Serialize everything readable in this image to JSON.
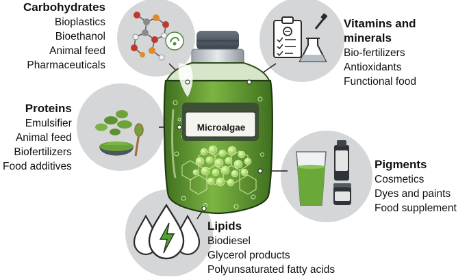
{
  "center_label": "Microalgae",
  "colors": {
    "circle_bg": "#d4d6d8",
    "liquid": "#6ea83a",
    "liquid_dark": "#3f6f1f",
    "lid": "#4b5560",
    "connector": "#1a1a1a"
  },
  "carbohydrates": {
    "title": "Carbohydrates",
    "items": [
      "Bioplastics",
      "Bioethanol",
      "Animal feed",
      "Pharmaceuticals"
    ],
    "icon": "molecule-icon"
  },
  "proteins": {
    "title": "Proteins",
    "items": [
      "Emulsifier",
      "Animal feed",
      "Biofertilizers",
      "Food additives"
    ],
    "icon": "tablets-powder-icon"
  },
  "vitamins": {
    "title_line1": "Vitamins and",
    "title_line2": "minerals",
    "items": [
      "Bio-fertilizers",
      "Antioxidants",
      "Functional food"
    ],
    "icon": "lab-clipboard-icon"
  },
  "pigments": {
    "title": "Pigments",
    "items": [
      "Cosmetics",
      "Dyes and paints",
      "Food supplement"
    ],
    "icon": "drink-cosmetics-icon"
  },
  "lipids": {
    "title": "Lipids",
    "items": [
      "Biodiesel",
      "Glycerol products",
      "Polyunsaturated fatty acids"
    ],
    "icon": "energy-drops-icon"
  }
}
